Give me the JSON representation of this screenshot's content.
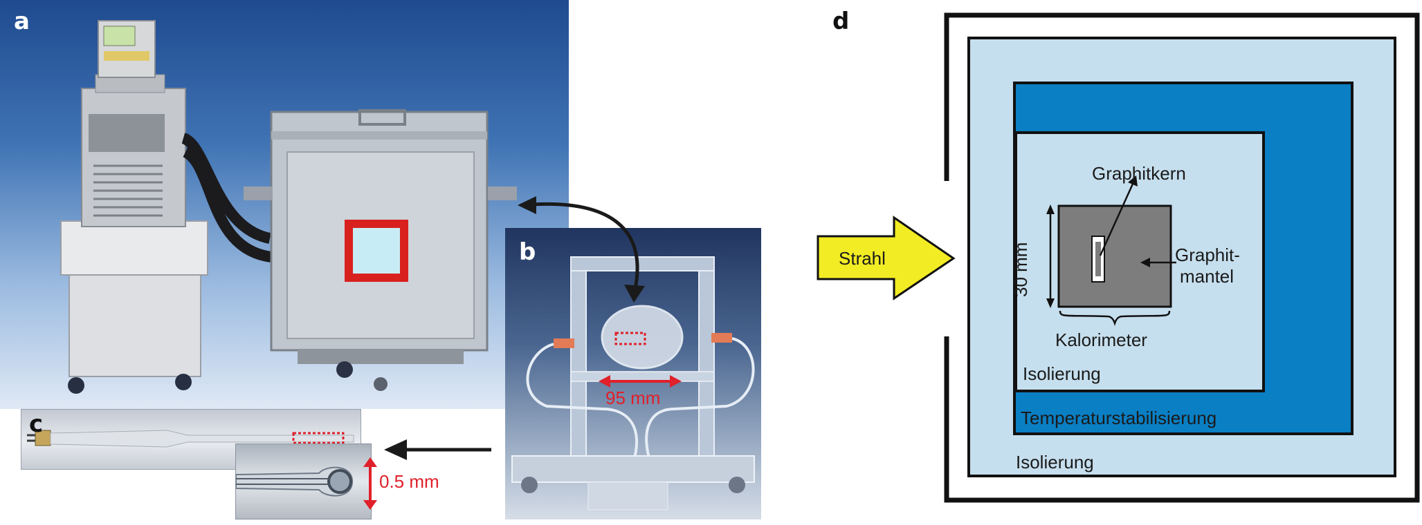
{
  "panels": {
    "a": "a",
    "b": "b",
    "c": "c",
    "d": "d"
  },
  "photo_b": {
    "dimension": "95 mm"
  },
  "photo_c": {
    "dimension": "0.5 mm"
  },
  "diagram_d": {
    "beam": "Strahl",
    "graphite_core": "Graphitkern",
    "graphite_jacket_line1": "Graphit-",
    "graphite_jacket_line2": "mantel",
    "size": "30 mm",
    "calorimeter": "Kalorimeter",
    "insulation_inner": "Isolierung",
    "temperature_stabilisation": "Temperaturstabilisierung",
    "insulation_outer": "Isolierung"
  },
  "colors": {
    "beam_arrow": "#f2ec24",
    "light_blue": "#c6dfee",
    "mid_blue": "#0a7fc4",
    "core_gray": "#7d7d7d",
    "dimension_red": "#e0202a"
  }
}
